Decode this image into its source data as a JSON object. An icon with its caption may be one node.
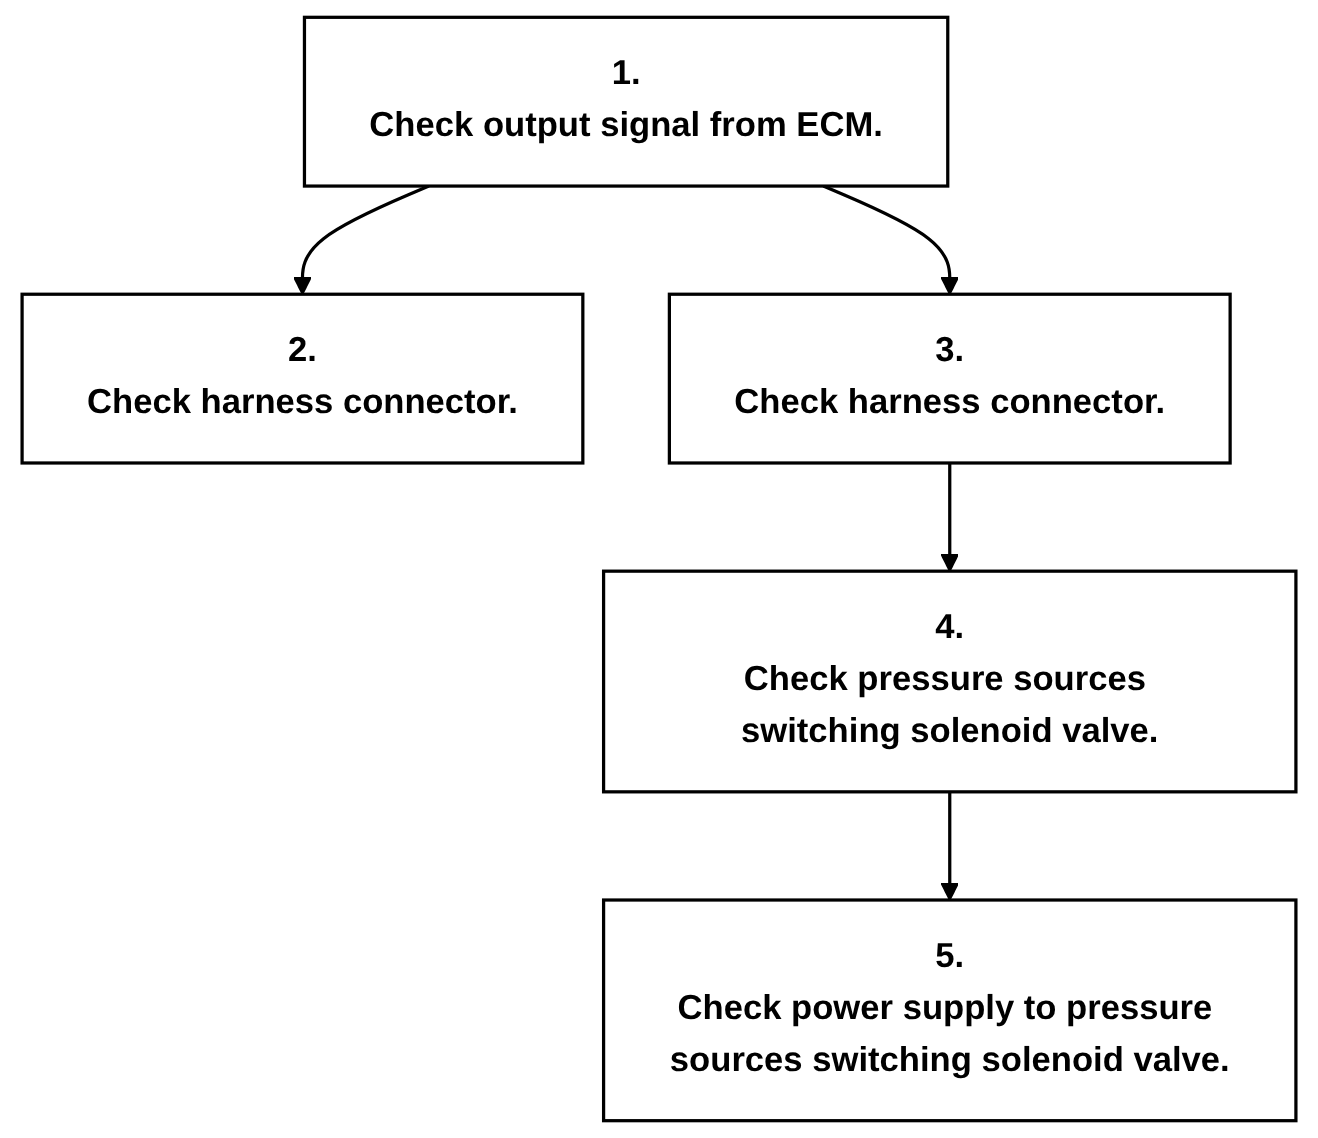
{
  "diagram": {
    "nodes": [
      {
        "text": [
          "1.",
          "Check output signal from ECM."
        ]
      },
      {
        "text": [
          "2.",
          "Check harness connector."
        ]
      },
      {
        "text": [
          "3.",
          "Check harness connector."
        ]
      },
      {
        "text": [
          "4.",
          "Check pressure sources switching solenoid valve."
        ]
      },
      {
        "text": [
          "5.",
          "Check power supply to pressure sources switching solenoid valve."
        ]
      }
    ],
    "edges": [
      {
        "from": 0,
        "to": 1,
        "arrow": "to"
      },
      {
        "from": 0,
        "to": 2,
        "arrow": "to"
      },
      {
        "from": 2,
        "to": 3,
        "arrow": "to"
      },
      {
        "from": 3,
        "to": 4,
        "arrow": "to"
      }
    ]
  }
}
